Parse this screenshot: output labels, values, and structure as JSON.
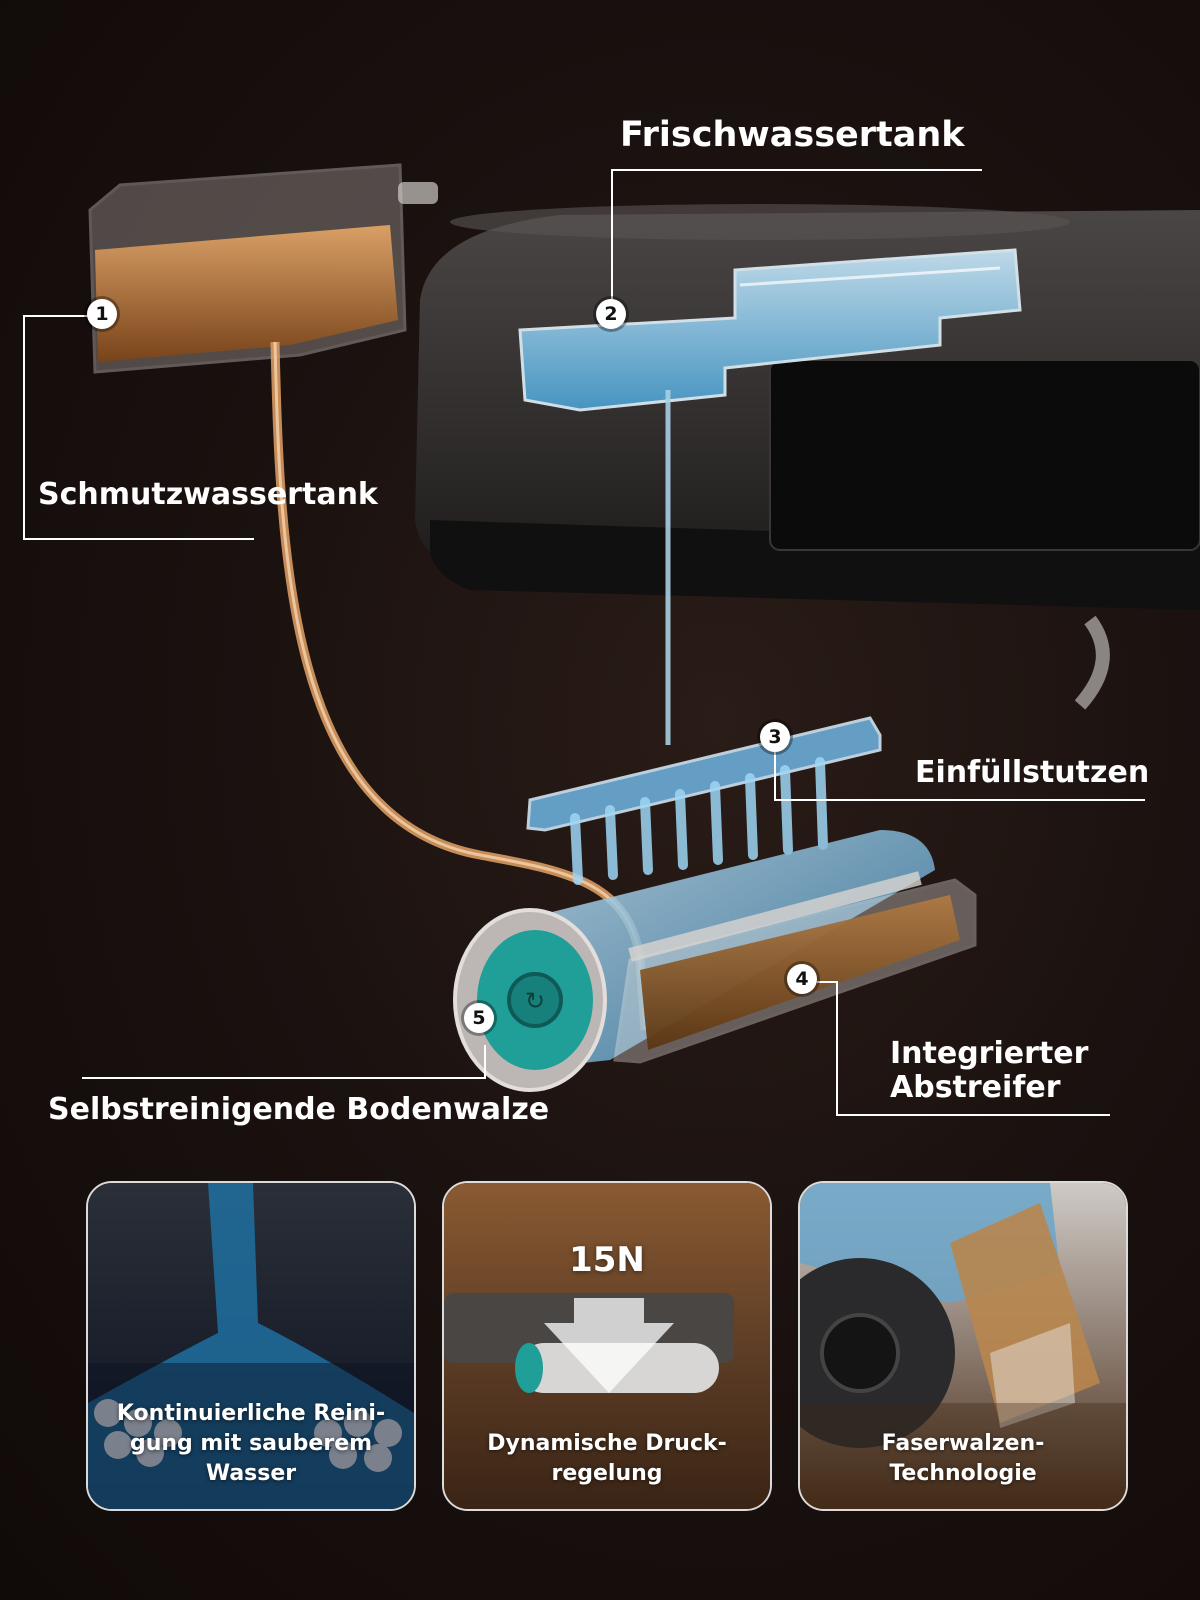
{
  "callouts": {
    "fresh_water_tank": "Frischwassertank",
    "dirty_water_tank": "Schmutzwassertank",
    "inlet": "Einfüllstutzen",
    "scraper": "Integrierter Abstreifer",
    "roller": "Selbstreinigende Bodenwalze"
  },
  "markers": [
    "1",
    "2",
    "3",
    "4",
    "5"
  ],
  "features": [
    {
      "text": "Kontinuierliche Reini-\ngung mit sauberem\nWasser",
      "icon": "water-wave-icon"
    },
    {
      "text": "Dynamische Druck-\nregelung",
      "force": "15N",
      "icon": "down-arrow-icon"
    },
    {
      "text": "Faserwalzen-\nTechnologie",
      "icon": "roller-icon"
    }
  ],
  "colors": {
    "background": "#1b1210",
    "dirty_water": "#c07a3c",
    "fresh_water": "#7fc8ef",
    "roller_cap": "#1f9f98"
  }
}
